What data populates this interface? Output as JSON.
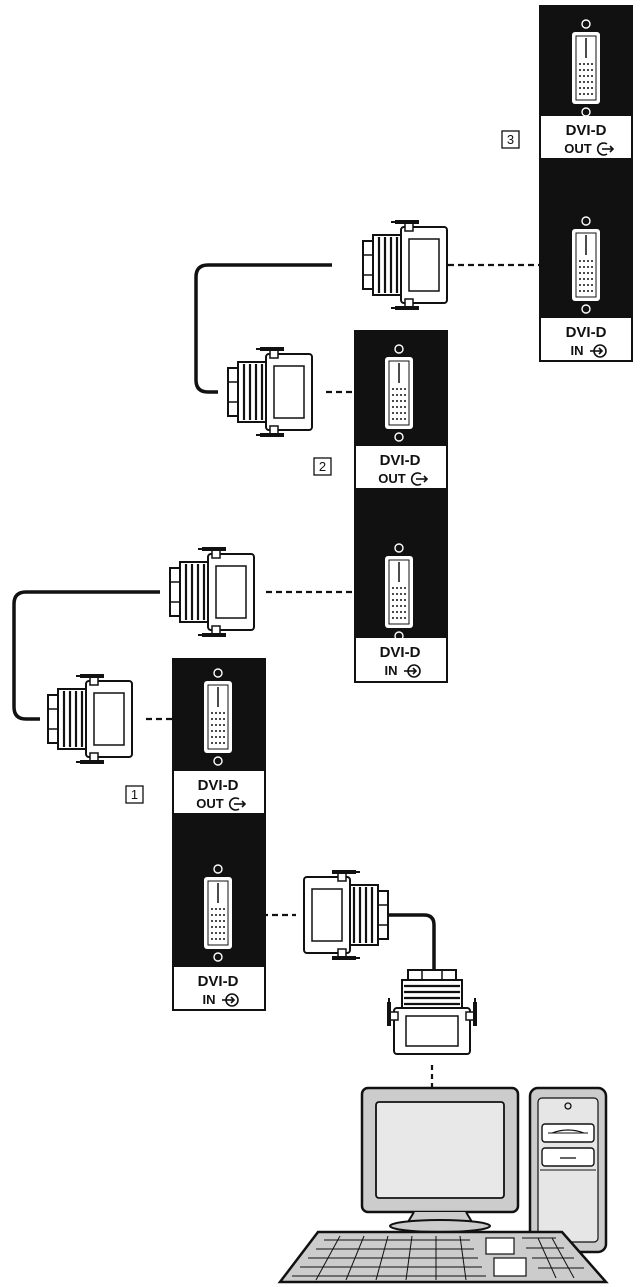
{
  "displays": [
    {
      "number": "1",
      "out_label": "DVI-D",
      "out_sub": "OUT",
      "in_label": "DVI-D",
      "in_sub": "IN"
    },
    {
      "number": "2",
      "out_label": "DVI-D",
      "out_sub": "OUT",
      "in_label": "DVI-D",
      "in_sub": "IN"
    },
    {
      "number": "3",
      "out_label": "DVI-D",
      "out_sub": "OUT",
      "in_label": "DVI-D",
      "in_sub": "IN"
    }
  ],
  "icons": {
    "output": "output-arrow-icon",
    "input": "input-arrow-icon",
    "plug": "dvi-plug-icon",
    "computer": "computer-icon"
  }
}
